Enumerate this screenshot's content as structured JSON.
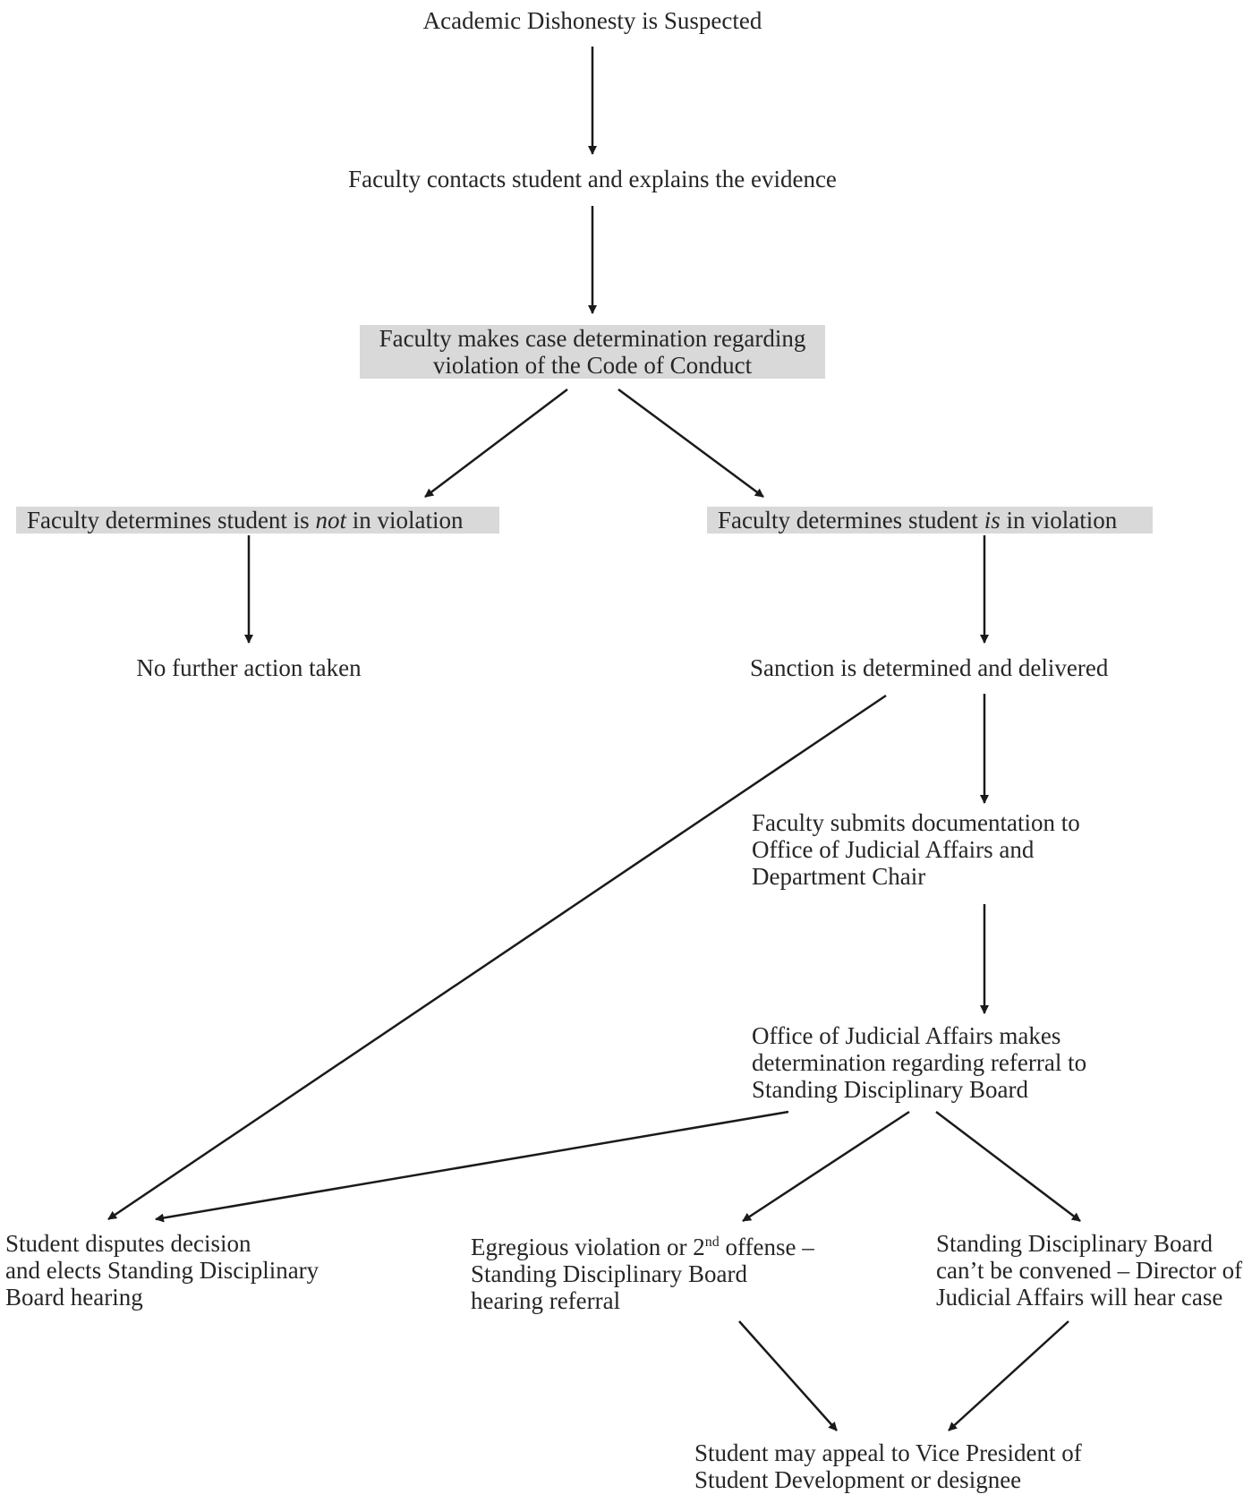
{
  "colors": {
    "text": "#262626",
    "arrow": "#1a1a1a",
    "shade": "#d9d9d9",
    "background": "#ffffff"
  },
  "nodes": {
    "start": "Academic Dishonesty is Suspected",
    "contact": "Faculty contacts student and explains the evidence",
    "determination": {
      "line1": "Faculty makes case determination regarding",
      "line2": "violation of the Code of Conduct"
    },
    "not_violation": {
      "prefix": "Faculty determines student is ",
      "emphasis": "not",
      "suffix": " in violation"
    },
    "is_violation": {
      "prefix": "Faculty determines student ",
      "emphasis": "is",
      "suffix": " in violation"
    },
    "no_action": "No further action taken",
    "sanction": "Sanction is determined and delivered",
    "submit_docs": {
      "line1": "Faculty submits documentation to",
      "line2": "Office of Judicial Affairs and",
      "line3": "Department Chair"
    },
    "oja_determination": {
      "line1": "Office of Judicial Affairs makes",
      "line2": "determination regarding referral to",
      "line3": "Standing Disciplinary Board"
    },
    "student_disputes": {
      "line1": "Student disputes decision",
      "line2": "and elects Standing Disciplinary",
      "line3": "Board hearing"
    },
    "egregious": {
      "line1_a": "Egregious violation or 2",
      "line1_sup": "nd",
      "line1_b": " offense –",
      "line2": "Standing Disciplinary Board",
      "line3": "hearing referral"
    },
    "board_not_convened": {
      "line1": "Standing Disciplinary Board",
      "line2": "can’t be convened – Director of",
      "line3": "Judicial Affairs will hear case"
    },
    "appeal": {
      "line1": "Student may appeal to Vice President of",
      "line2": "Student Development or designee"
    }
  }
}
